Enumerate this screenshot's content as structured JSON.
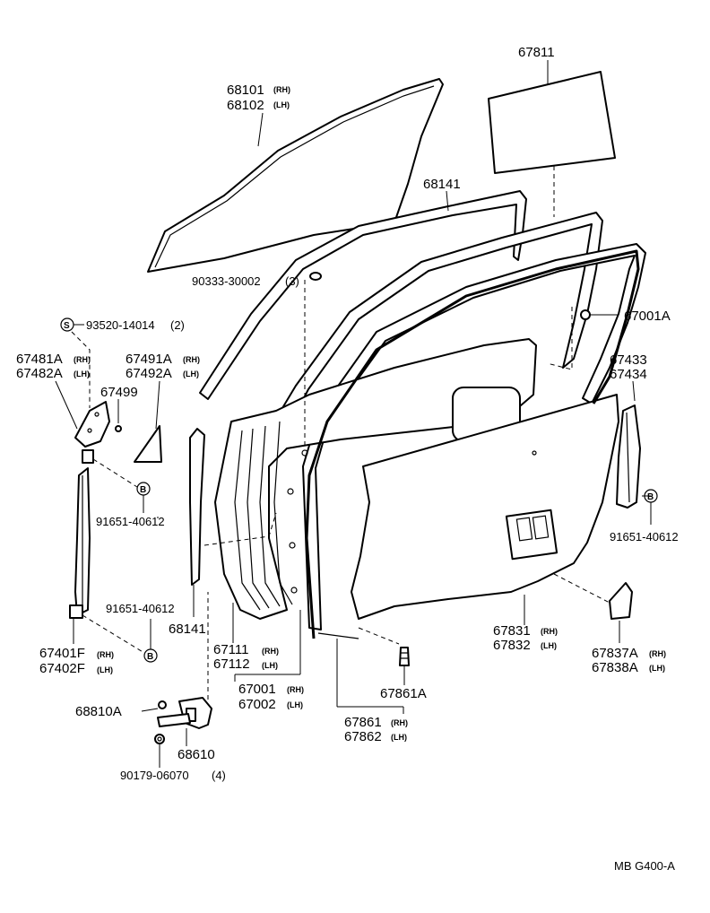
{
  "labels": {
    "p67811": "67811",
    "p68101": "68101",
    "p68101_side": "(RH)",
    "p68102": "68102",
    "p68102_side": "(LH)",
    "p68141_top": "68141",
    "p90333": "90333-30002",
    "p90333_qty": "(3)",
    "p93520": "93520-14014",
    "p93520_qty": "(2)",
    "p67001A": "67001A",
    "p67481A": "67481A",
    "p67481A_side": "(RH)",
    "p67482A": "67482A",
    "p67482A_side": "(LH)",
    "p67491A": "67491A",
    "p67491A_side": "(RH)",
    "p67492A": "67492A",
    "p67492A_side": "(LH)",
    "p67499": "67499",
    "p67433": "67433",
    "p67434": "67434",
    "p91651_left": "91651-40612",
    "p91651_right": "91651-40612",
    "p91651_mid": "91651-40612",
    "p68141_mid": "68141",
    "p67401F": "67401F",
    "p67401F_side": "(RH)",
    "p67402F": "67402F",
    "p67402F_side": "(LH)",
    "p67111": "67111",
    "p67111_side": "(RH)",
    "p67112": "67112",
    "p67112_side": "(LH)",
    "p67831": "67831",
    "p67831_side": "(RH)",
    "p67832": "67832",
    "p67832_side": "(LH)",
    "p67837A": "67837A",
    "p67837A_side": "(RH)",
    "p67838A": "67838A",
    "p67838A_side": "(LH)",
    "p67001": "67001",
    "p67001_side": "(RH)",
    "p67002": "67002",
    "p67002_side": "(LH)",
    "p67861A": "67861A",
    "p68810A": "68810A",
    "p68610": "68610",
    "p67861": "67861",
    "p67861_side": "(RH)",
    "p67862": "67862",
    "p67862_side": "(LH)",
    "p90179": "90179-06070",
    "p90179_qty": "(4)",
    "ref_code": "MB G400-A"
  },
  "symbols": {
    "screw_S": "S",
    "bolt_B": "B"
  }
}
